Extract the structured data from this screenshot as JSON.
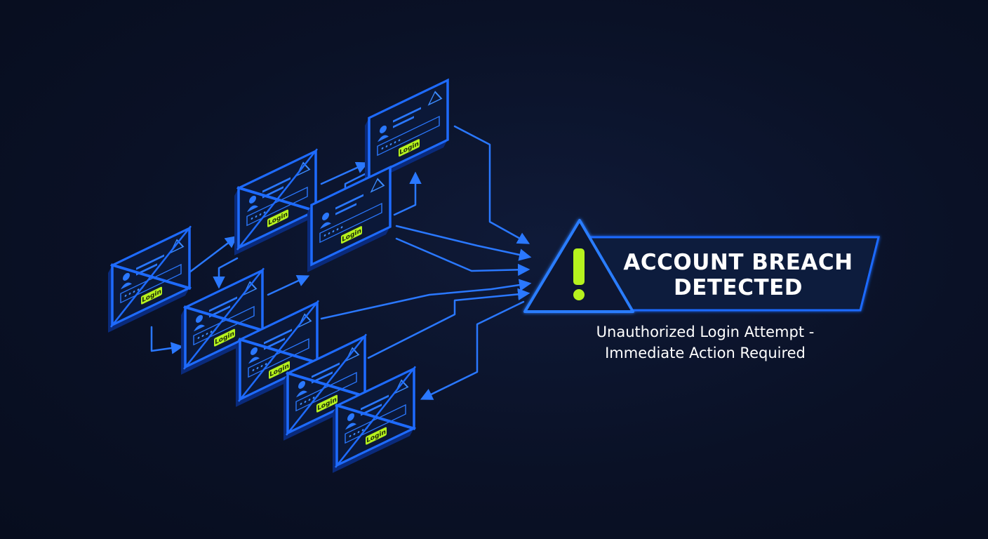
{
  "alert": {
    "title_line1": "ACCOUNT BREACH",
    "title_line2": "DETECTED",
    "icon": "warning-triangle-icon",
    "subtitle_line1": "Unauthorized Login Attempt -",
    "subtitle_line2": "Immediate Action Required"
  },
  "login_card": {
    "button_label": "Login",
    "user_icon": "user-icon",
    "warning_icon": "warning-icon"
  },
  "colors": {
    "background": "#0b1228",
    "accent_blue": "#1e6bff",
    "glow_blue": "#3b8bff",
    "login_button": "#b6f21e",
    "exclamation": "#b6f21e",
    "text": "#ffffff"
  }
}
